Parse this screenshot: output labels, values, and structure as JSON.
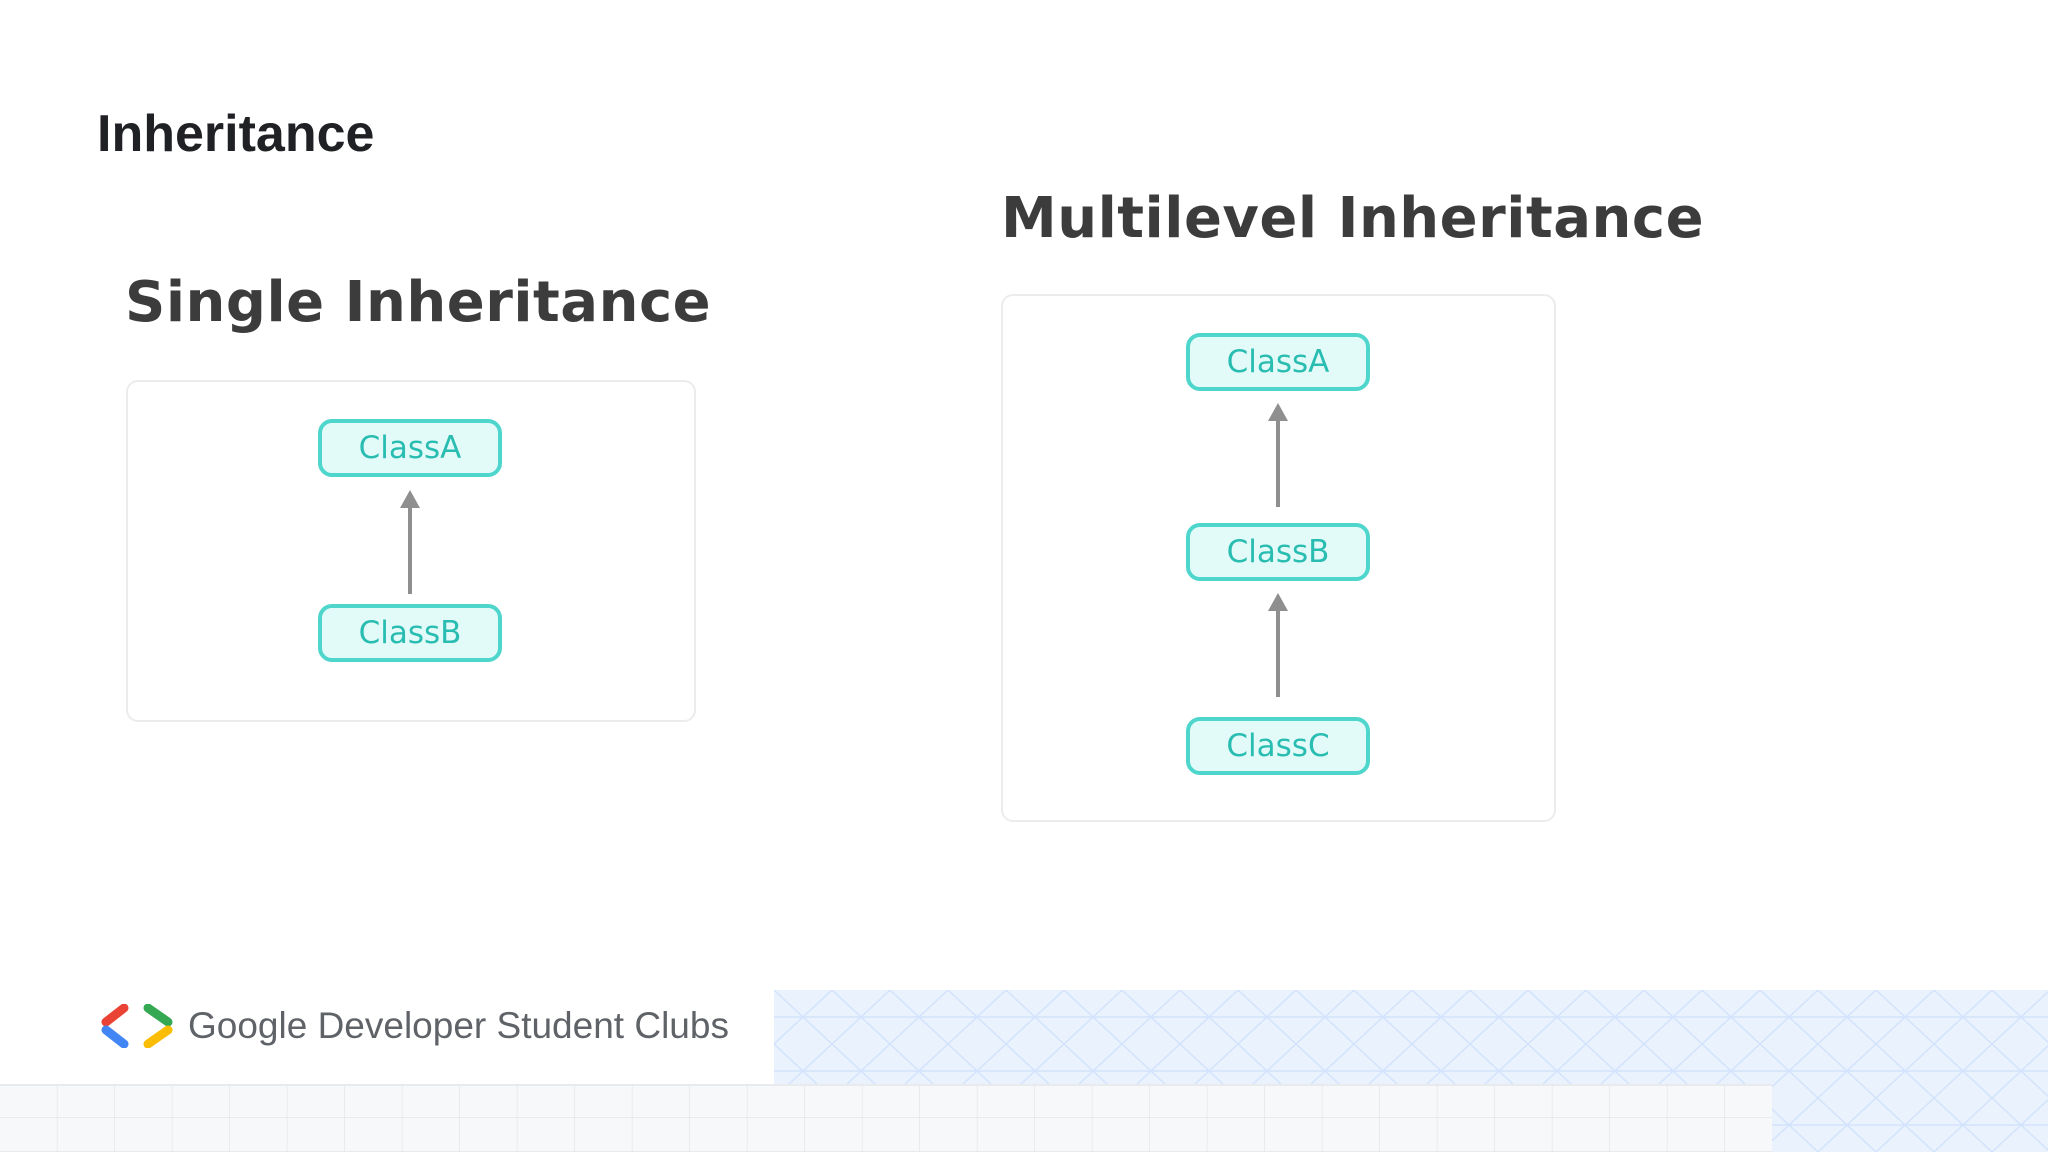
{
  "slide": {
    "title": "Inheritance"
  },
  "single": {
    "title": "Single Inheritance",
    "classes": [
      "ClassA",
      "ClassB"
    ]
  },
  "multilevel": {
    "title": "Multilevel Inheritance",
    "classes": [
      "ClassA",
      "ClassB",
      "ClassC"
    ]
  },
  "footer": {
    "brand": "Google Developer Student Clubs"
  },
  "colors": {
    "node_border": "#4fd6cc",
    "node_fill": "#e3fbf8",
    "node_text": "#29bdb2",
    "arrow": "#8f8f8f",
    "logo_red": "#ea4335",
    "logo_blue": "#4285f4",
    "logo_green": "#34a853",
    "logo_yellow": "#fbbc04"
  }
}
